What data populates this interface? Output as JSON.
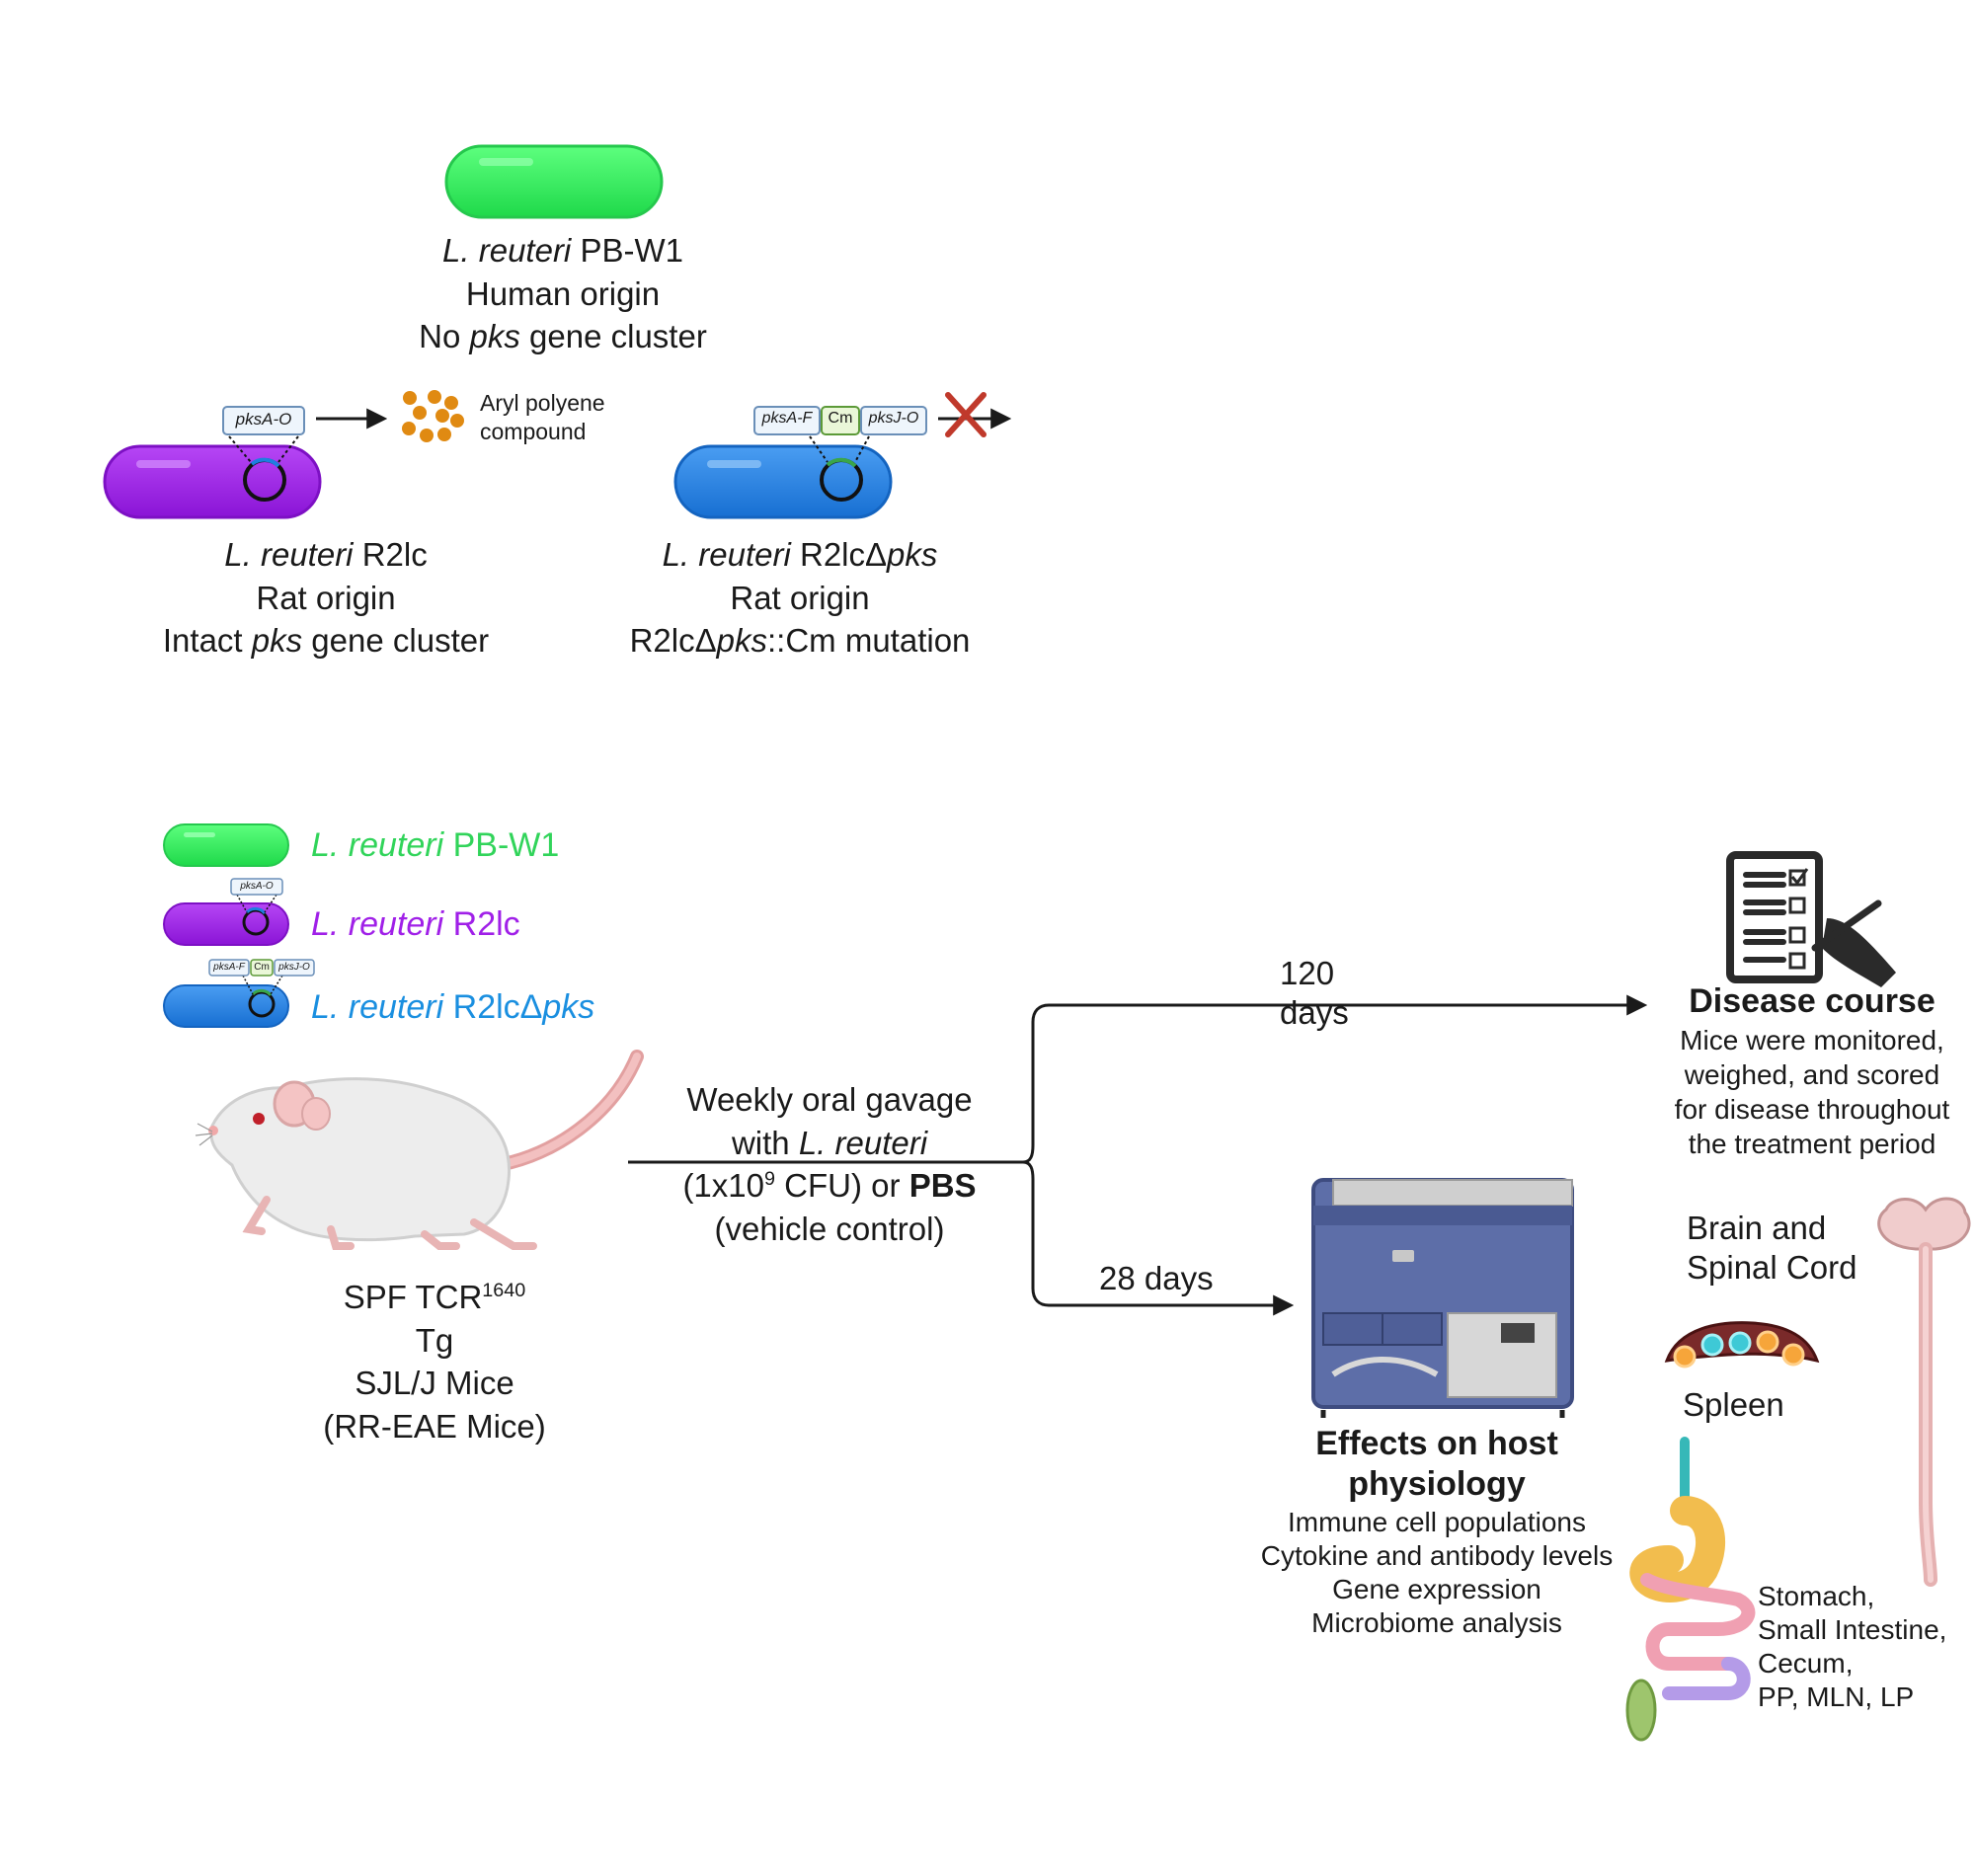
{
  "colors": {
    "pbw1": "#2ee85a",
    "r2lc": "#9b22e6",
    "mutant": "#1e7fe0",
    "pbw1_text": "#31d45a",
    "r2lc_text": "#a020e8",
    "mutant_text": "#1a8fe0",
    "aryl": "#e08a12",
    "cross": "#c0392b"
  },
  "strains": {
    "pbw1": {
      "species": "L. reuteri",
      "name": "PB-W1",
      "origin": "Human origin",
      "cluster_pre": "No ",
      "cluster_it": "pks",
      "cluster_post": " gene cluster"
    },
    "r2lc": {
      "species": "L. reuteri",
      "name": "R2lc",
      "origin": "Rat origin",
      "cluster_pre": "Intact ",
      "cluster_it": "pks",
      "cluster_post": " gene cluster",
      "plasmid_label": "pksA-O"
    },
    "mutant": {
      "species": "L. reuteri",
      "name_pre": "R2lcΔ",
      "name_it": "pks",
      "origin": "Rat origin",
      "mut_pre": "R2lcΔ",
      "mut_it": "pks",
      "mut_post": "::Cm mutation",
      "plasmid_left": "pksA-F",
      "plasmid_mid": "Cm",
      "plasmid_right": "pksJ-O"
    },
    "aryl_label_1": "Aryl polyene",
    "aryl_label_2": "compound"
  },
  "legend": {
    "pbw1": {
      "species": "L. reuteri",
      "name": " PB-W1"
    },
    "r2lc": {
      "species": "L. reuteri",
      "name": " R2lc",
      "plasmid": "pksA-O"
    },
    "mutant": {
      "species": "L. reuteri",
      "name_pre": " R2lcΔ",
      "name_it": "pks",
      "plasmid_left": "pksA-F",
      "plasmid_mid": "Cm",
      "plasmid_right": "pksJ-O"
    }
  },
  "mouse": {
    "line1_pre": "SPF TCR",
    "line1_sup": "1640",
    "line2": "Tg",
    "line3": "SJL/J Mice",
    "line4": "(RR-EAE Mice)"
  },
  "gavage": {
    "line1": "Weekly oral gavage",
    "line2_pre": "with ",
    "line2_it": "L. reuteri",
    "line3_pre": "(1x10",
    "line3_sup": "9",
    "line3_mid": " CFU) or ",
    "line3_bold": "PBS",
    "line4": "(vehicle control)"
  },
  "timeline": {
    "upper_1": "120",
    "upper_2": "days",
    "lower": "28 days"
  },
  "disease": {
    "title": "Disease course",
    "l1": "Mice were monitored,",
    "l2": "weighed, and scored",
    "l3": "for disease throughout",
    "l4": "the treatment period"
  },
  "effects": {
    "title_1": "Effects on host",
    "title_2": "physiology",
    "l1": "Immune cell populations",
    "l2": "Cytokine and antibody levels",
    "l3": "Gene expression",
    "l4": "Microbiome analysis"
  },
  "organs": {
    "brain_1": "Brain and",
    "brain_2": "Spinal Cord",
    "spleen": "Spleen",
    "gut_1": "Stomach,",
    "gut_2": "Small Intestine,",
    "gut_3": "Cecum,",
    "gut_4": "PP, MLN, LP"
  }
}
